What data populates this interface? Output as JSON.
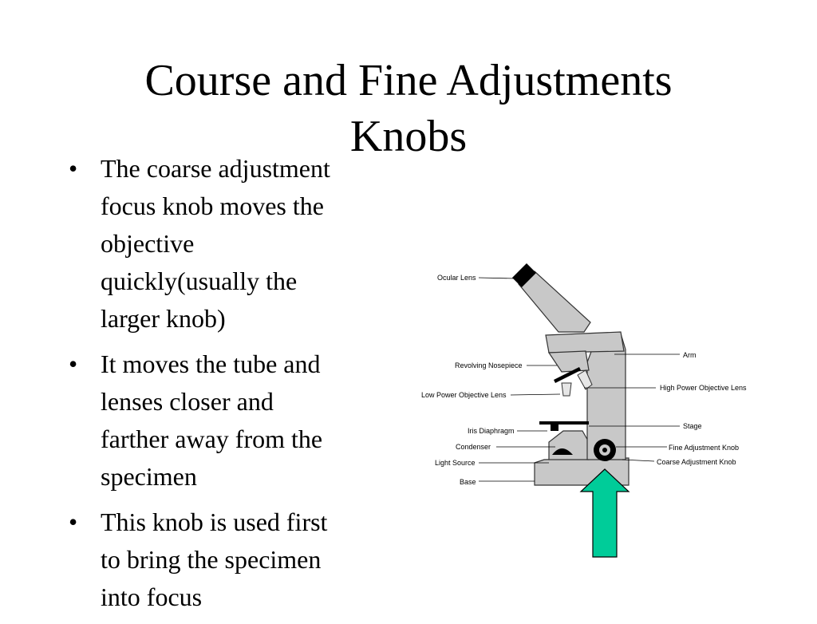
{
  "slide": {
    "title_line1": "Course and Fine Adjustments",
    "title_line2": "Knobs"
  },
  "bullets": [
    {
      "lines": [
        "The coarse adjustment",
        "focus knob moves the",
        "objective",
        "quickly(usually the",
        "larger knob)"
      ]
    },
    {
      "lines": [
        "It moves the tube and",
        "lenses closer and",
        "farther away from the",
        "specimen"
      ]
    },
    {
      "lines": [
        "This knob is used first",
        "to bring the specimen",
        "into focus"
      ]
    }
  ],
  "bullet_symbol": "•",
  "diagram": {
    "labels": {
      "ocular_lens": "Ocular Lens",
      "revolving_nosepiece": "Revolving Nosepiece",
      "low_power_objective": "Low Power Objective Lens",
      "iris_diaphragm": "Iris Diaphragm",
      "condenser": "Condenser",
      "light_source": "Light Source",
      "base": "Base",
      "arm": "Arm",
      "high_power_objective": "High Power Objective Lens",
      "stage": "Stage",
      "fine_adjustment": "Fine Adjustment Knob",
      "coarse_adjustment": "Coarse Adjustment Knob"
    },
    "colors": {
      "body": "#c8c8c8",
      "outline": "#333333",
      "arrow": "#00cc99"
    }
  }
}
